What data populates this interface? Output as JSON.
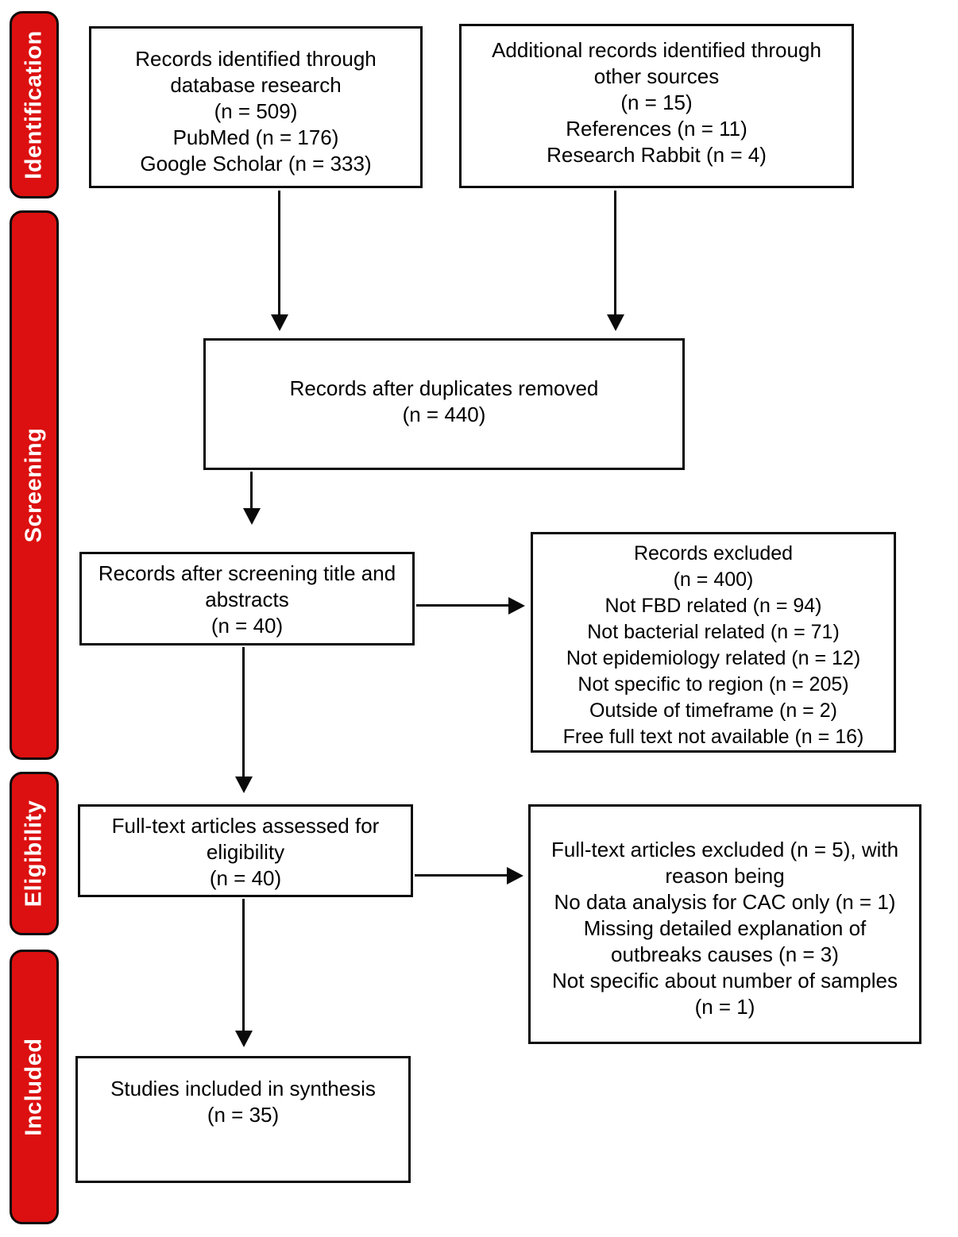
{
  "colors": {
    "stage_red": "#dc1010",
    "line_black": "#0a0a0a"
  },
  "stages": {
    "identification": {
      "label": "Identification"
    },
    "screening": {
      "label": "Screening"
    },
    "eligibility": {
      "label": "Eligibility"
    },
    "included": {
      "label": "Included"
    }
  },
  "boxes": {
    "records_identified": {
      "lines": [
        "Records identified through",
        "database research",
        "(n = 509)",
        "PubMed (n = 176)",
        "Google Scholar (n = 333)"
      ]
    },
    "additional_records": {
      "lines": [
        "Additional records identified through",
        "other sources",
        "(n = 15)",
        "References (n = 11)",
        "Research Rabbit (n = 4)"
      ]
    },
    "duplicates_removed": {
      "lines": [
        "Records after duplicates removed",
        "(n = 440)"
      ]
    },
    "screened_title_abstract": {
      "lines": [
        "Records after screening title and",
        "abstracts",
        "(n = 40)"
      ]
    },
    "records_excluded": {
      "lines": [
        "Records excluded",
        "(n = 400)",
        "Not FBD related (n = 94)",
        "Not bacterial related (n = 71)",
        "Not epidemiology related (n = 12)",
        "Not specific to region (n = 205)",
        "Outside of timeframe (n = 2)",
        "Free full text not available (n = 16)"
      ]
    },
    "fulltext_assessed": {
      "lines": [
        "Full-text articles assessed for",
        "eligibility",
        "(n = 40)"
      ]
    },
    "fulltext_excluded": {
      "lines": [
        "Full-text articles excluded (n = 5), with",
        "reason being",
        "No data analysis for CAC only (n = 1)",
        "Missing detailed explanation of",
        "outbreaks causes (n = 3)",
        "Not specific about number of samples",
        "(n = 1)"
      ]
    },
    "included_synthesis": {
      "lines": [
        "Studies included in synthesis",
        "(n = 35)"
      ]
    }
  }
}
